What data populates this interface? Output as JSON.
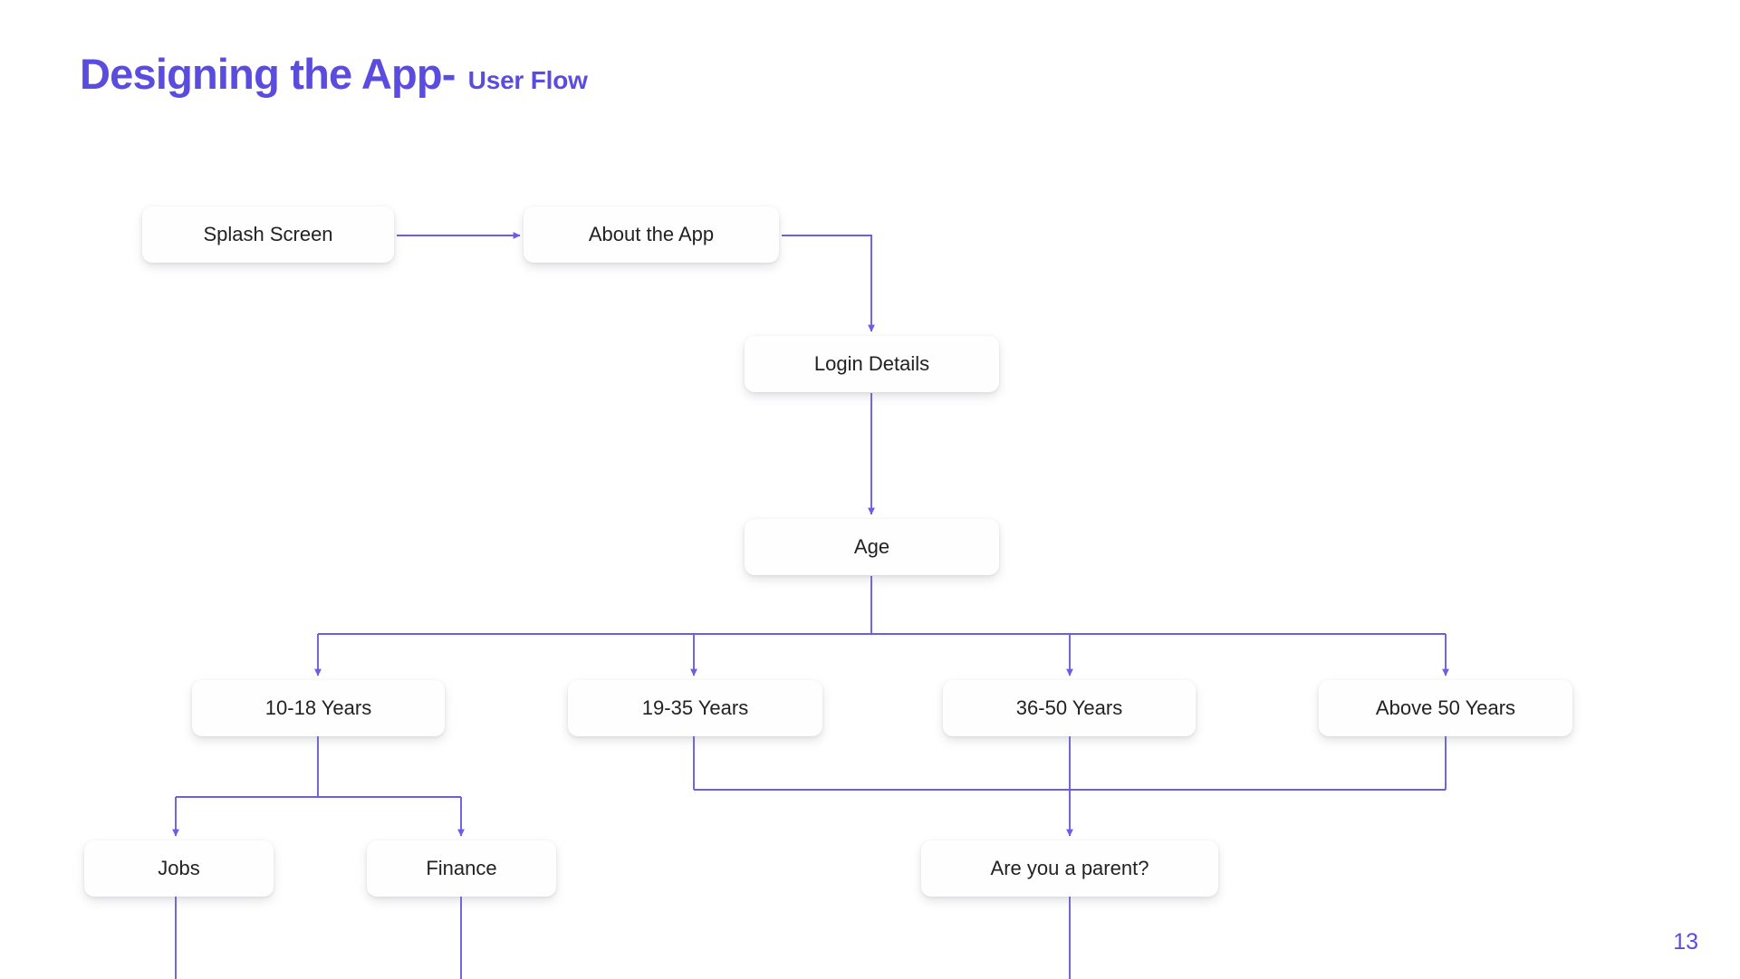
{
  "slide": {
    "title_main": "Designing the App-",
    "title_sub": "User Flow",
    "page_number": "13",
    "accent_color": "#5b4ce0",
    "connector_color": "#6c5ce7",
    "card_background": "#fefefe",
    "card_text_color": "#222225",
    "background": "#ffffff"
  },
  "flow": {
    "nodes": [
      {
        "id": "splash",
        "label": "Splash Screen"
      },
      {
        "id": "about",
        "label": "About the App"
      },
      {
        "id": "login",
        "label": "Login Details"
      },
      {
        "id": "age",
        "label": "Age"
      },
      {
        "id": "age1",
        "label": "10-18 Years"
      },
      {
        "id": "age2",
        "label": "19-35 Years"
      },
      {
        "id": "age3",
        "label": "36-50 Years"
      },
      {
        "id": "age4",
        "label": "Above 50 Years"
      },
      {
        "id": "jobs",
        "label": "Jobs"
      },
      {
        "id": "finance",
        "label": "Finance"
      },
      {
        "id": "parent",
        "label": "Are you a parent?"
      }
    ],
    "edges": [
      {
        "from": "splash",
        "to": "about",
        "type": "straight-right"
      },
      {
        "from": "about",
        "to": "login",
        "type": "elbow-down"
      },
      {
        "from": "login",
        "to": "age",
        "type": "straight-down"
      },
      {
        "from": "age",
        "to": "age1",
        "type": "fan-down"
      },
      {
        "from": "age",
        "to": "age2",
        "type": "fan-down"
      },
      {
        "from": "age",
        "to": "age3",
        "type": "fan-down"
      },
      {
        "from": "age",
        "to": "age4",
        "type": "fan-down"
      },
      {
        "from": "age1",
        "to": "jobs",
        "type": "fan-down"
      },
      {
        "from": "age1",
        "to": "finance",
        "type": "fan-down"
      },
      {
        "from": "age2",
        "to": "parent",
        "type": "merge-down"
      },
      {
        "from": "age4",
        "to": "parent",
        "type": "merge-down"
      },
      {
        "from": "jobs",
        "to": null,
        "type": "tail-down"
      },
      {
        "from": "finance",
        "to": null,
        "type": "tail-down"
      },
      {
        "from": "parent",
        "to": null,
        "type": "tail-down"
      }
    ]
  }
}
